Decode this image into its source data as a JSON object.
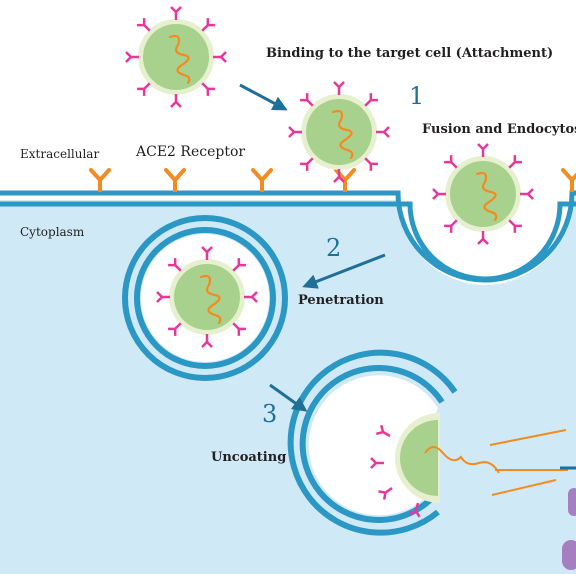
{
  "labels": {
    "attachment": "Binding to the target cell (Attachment)",
    "fusion": "Fusion and Endocytosis",
    "extracellular": "Extracellular",
    "receptor": "ACE2 Receptor",
    "cytoplasm": "Cytoplasm",
    "penetration": "Penetration",
    "uncoating": "Uncoating"
  },
  "steps": [
    "1",
    "2",
    "3"
  ],
  "colors": {
    "cytoplasm_fill": "#cfe9f6",
    "membrane": "#2a97c5",
    "receptor": "#f28b22",
    "virus_body": "#a9d18e",
    "virus_halo": "#e6f0cf",
    "spike": "#e8379b",
    "rna": "#f28b22",
    "arrow": "#1f6f96"
  }
}
